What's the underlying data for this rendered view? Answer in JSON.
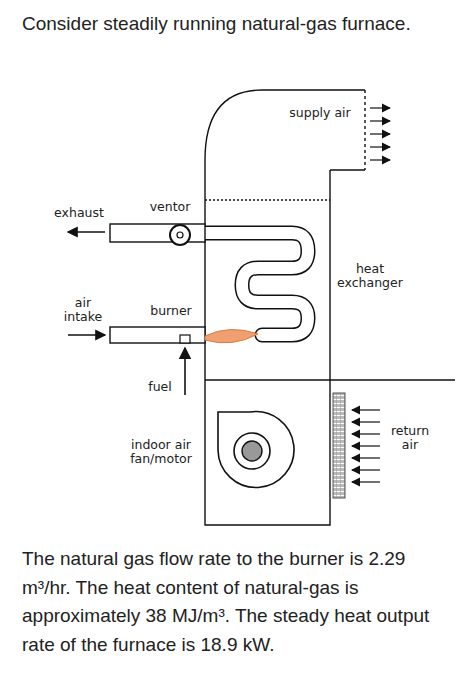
{
  "diagram": {
    "title": "Consider steadily running natural-gas furnace.",
    "caption": "The natural gas flow rate to the burner is 2.29 m³/hr. The heat content of natural-gas is approximately 38 MJ/m³. The steady heat output rate of the furnace is 18.9 kW.",
    "labels": [
      "supply air",
      "ventor",
      "exhaust",
      "heat exchanger",
      "air intake",
      "burner",
      "fuel",
      "return air",
      "indoor air fan/motor"
    ]
  }
}
